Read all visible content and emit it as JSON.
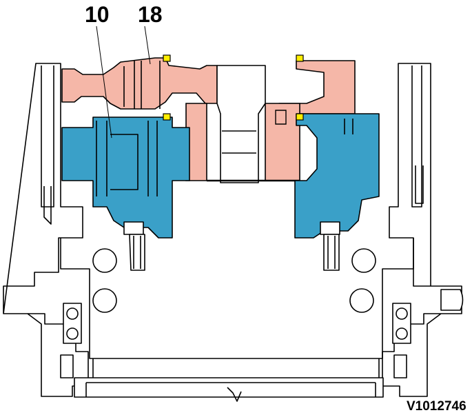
{
  "callouts": {
    "left": "10",
    "right": "18"
  },
  "figure_id": "V1012746",
  "colors": {
    "pink_part": "#f5b7a8",
    "blue_part": "#3aa0c8",
    "marker": "#ffee00",
    "outline": "#000000",
    "background": "#ffffff"
  }
}
